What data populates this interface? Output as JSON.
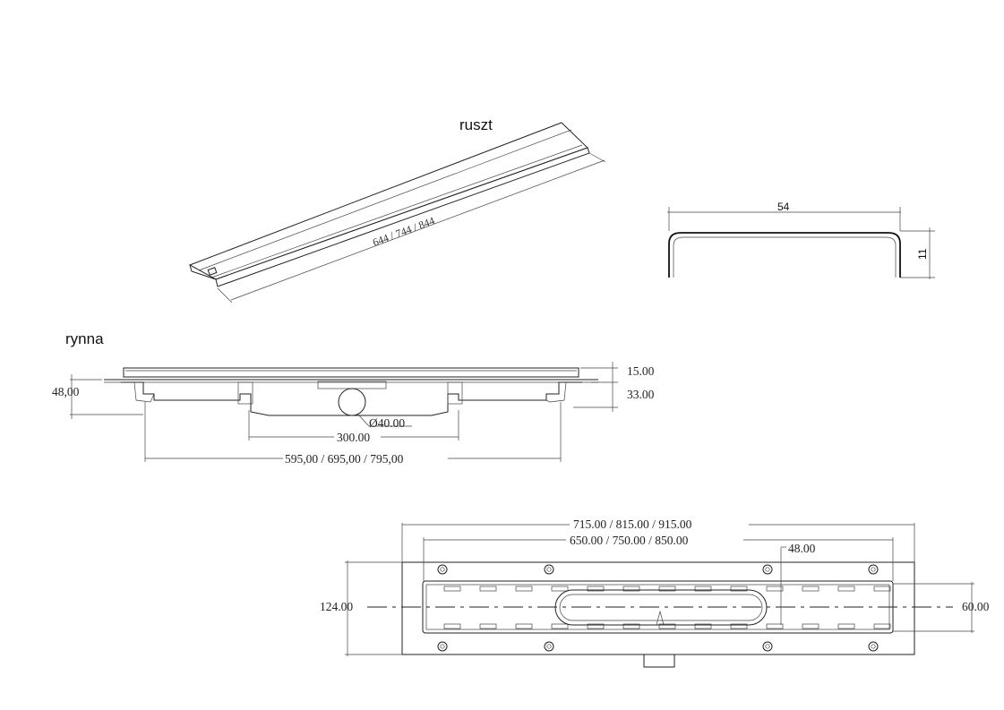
{
  "labels": {
    "grate": "ruszt",
    "channel": "rynna"
  },
  "grate_view": {
    "length_dim": "644 / 744 / 844"
  },
  "profile_view": {
    "width_dim": "54",
    "height_dim": "11"
  },
  "side_view": {
    "height_total": "48,00",
    "flange_height": "15.00",
    "body_height": "33.00",
    "outlet_diameter": "Ø40.00",
    "outlet_span": "300.00",
    "feet_span": "595,00 / 695,00 / 795,00"
  },
  "top_view": {
    "outer_length": "715.00 / 815.00 / 915.00",
    "inner_length": "650.00 / 750.00 / 850.00",
    "offset": "48.00",
    "width_outer": "124.00",
    "width_inner": "60.00"
  }
}
